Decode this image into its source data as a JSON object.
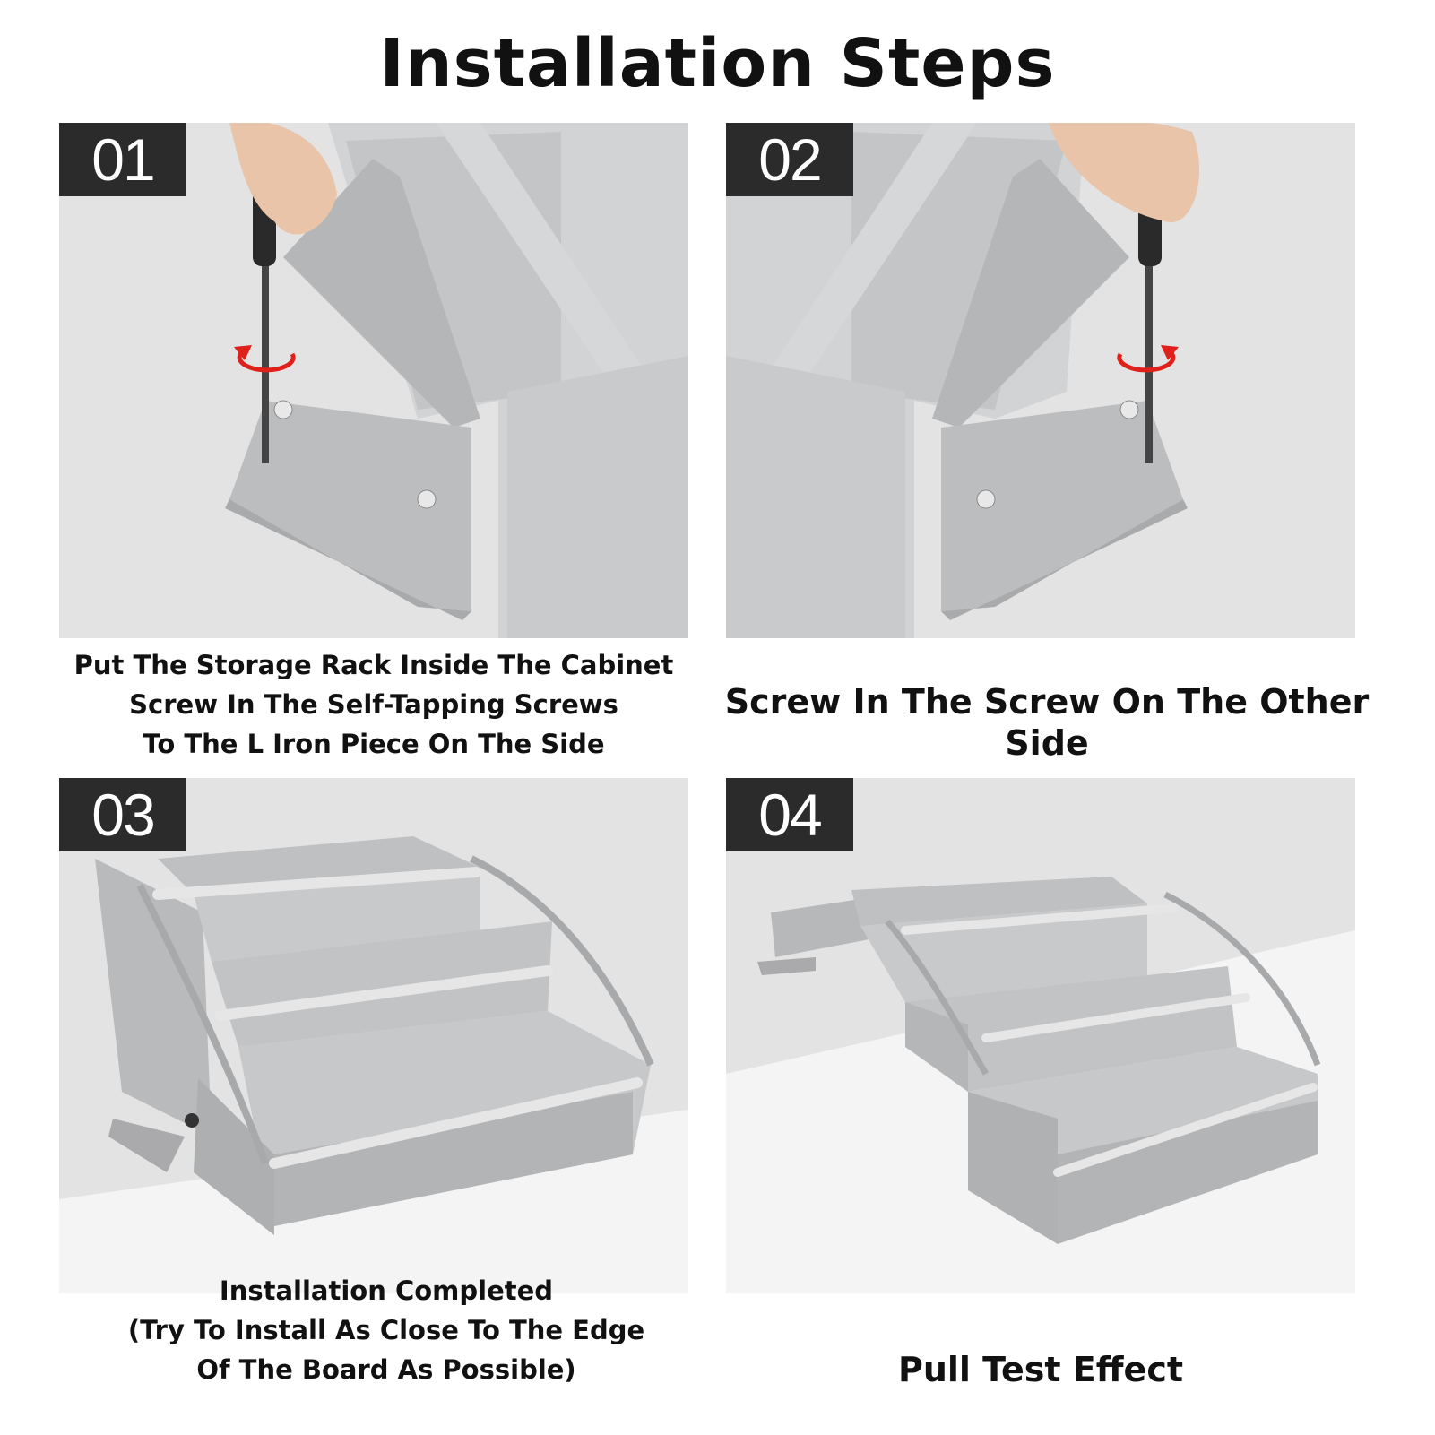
{
  "title": "Installation Steps",
  "steps": [
    {
      "number": "01",
      "caption_lines": [
        "Put The Storage Rack Inside The Cabinet",
        "Screw In The Self-Tapping Screws",
        "To The L Iron Piece On The Side"
      ]
    },
    {
      "number": "02",
      "caption_lines": [
        "Screw In The Screw On The Other Side"
      ]
    },
    {
      "number": "03",
      "caption_lines": [
        "Installation Completed",
        "(Try To Install As Close To The Edge",
        "Of The Board As Possible)"
      ]
    },
    {
      "number": "04",
      "caption_lines": [
        "Pull Test Effect"
      ]
    }
  ],
  "colors": {
    "panel_bg": "#e3e3e3",
    "metal": "#bfc0c2",
    "metal_dark": "#a7a8aa",
    "badge": "#2b2b2b",
    "arrow": "#e0201b"
  }
}
